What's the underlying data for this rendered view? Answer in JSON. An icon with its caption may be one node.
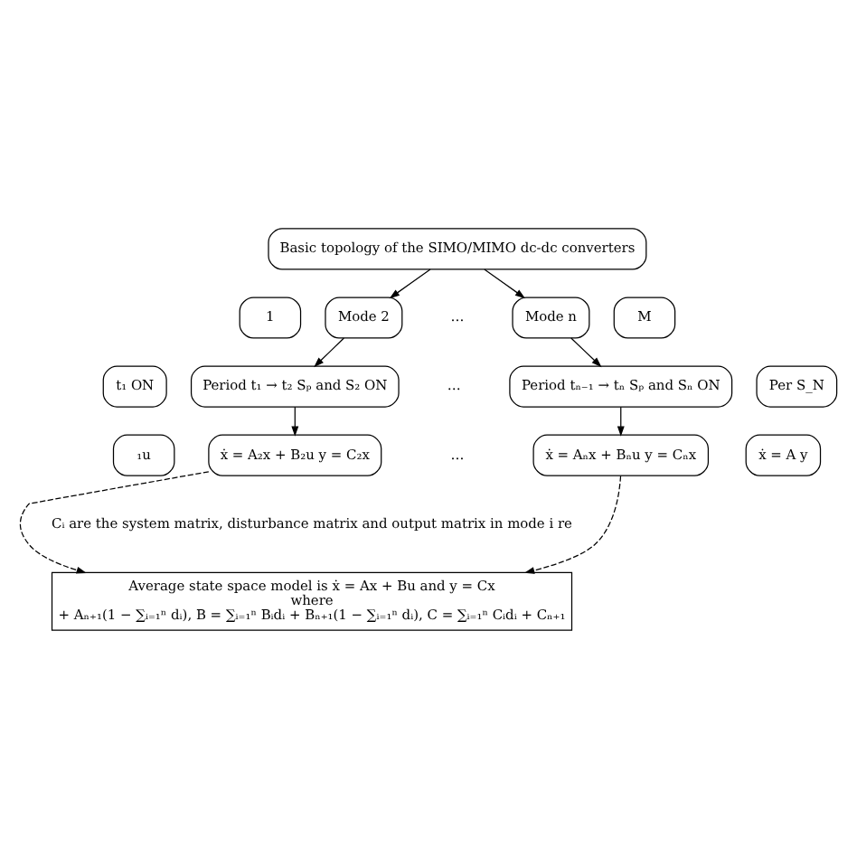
{
  "diagram": {
    "nodes": [
      {
        "text": [
          "Basic topology of the SIMO/MIMO dc-dc converters"
        ]
      },
      {
        "text": [
          "1"
        ]
      },
      {
        "text": [
          "Mode 2"
        ]
      },
      {
        "text": [
          "Mode n"
        ]
      },
      {
        "text": [
          "M"
        ]
      },
      {
        "text": [
          "t₁ ON"
        ]
      },
      {
        "text": [
          "Period t₁ → t₂ Sₚ and S₂ ON"
        ]
      },
      {
        "text": [
          "Period tₙ₋₁ → tₙ Sₚ and Sₙ ON"
        ]
      },
      {
        "text": [
          "Per S_N"
        ]
      },
      {
        "text": [
          "₁u"
        ]
      },
      {
        "text": [
          "ẋ = A₂x + B₂u y = C₂x"
        ]
      },
      {
        "text": [
          "ẋ = Aₙx + Bₙu y = Cₙx"
        ]
      },
      {
        "text": [
          "ẋ = A y"
        ]
      },
      {
        "text": [
          "Average state space model is ẋ = Ax + Bu and y = Cx",
          "where",
          "+ Aₙ₊₁(1 − ∑ᵢ₌₁ⁿ dᵢ), B = ∑ᵢ₌₁ⁿ Bᵢdᵢ + Bₙ₊₁(1 − ∑ᵢ₌₁ⁿ dᵢ), C = ∑ᵢ₌₁ⁿ Cᵢdᵢ + Cₙ₊₁"
        ]
      }
    ],
    "edges": [
      {
        "from": 0,
        "to": 2,
        "arrow": "to"
      },
      {
        "from": 0,
        "to": 3,
        "arrow": "to"
      },
      {
        "from": 2,
        "to": 6,
        "arrow": "to"
      },
      {
        "from": 3,
        "to": 7,
        "arrow": "to"
      },
      {
        "from": 6,
        "to": 10,
        "arrow": "to"
      },
      {
        "from": 7,
        "to": 11,
        "arrow": "to"
      },
      {
        "from": 10,
        "to": 13,
        "arrow": "to",
        "style": "dashed"
      },
      {
        "from": 11,
        "to": 13,
        "arrow": "to",
        "style": "dashed"
      }
    ],
    "labels": [
      "…",
      "…",
      "…",
      "Cᵢ are the system matrix, disturbance matrix and output matrix in mode i re"
    ]
  }
}
